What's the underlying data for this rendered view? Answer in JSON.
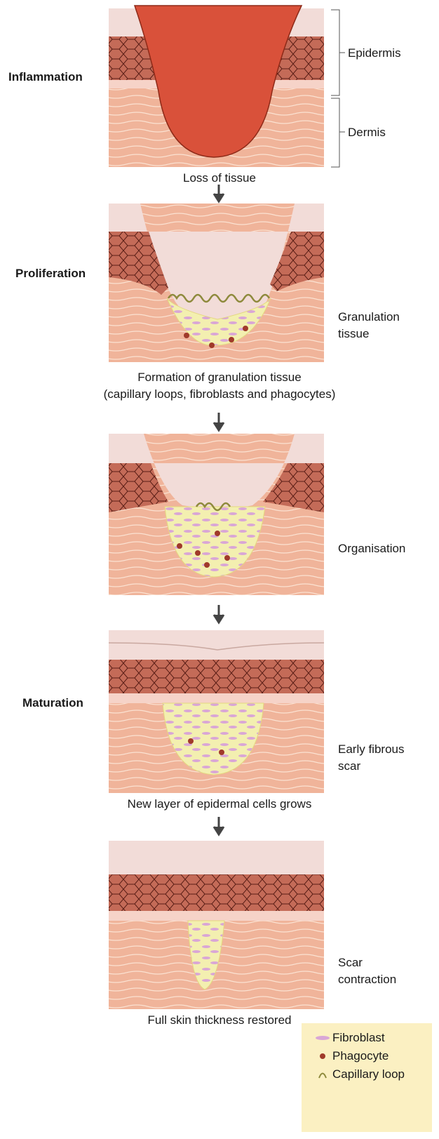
{
  "stages": {
    "inflammation": "Inflammation",
    "proliferation": "Proliferation",
    "maturation": "Maturation"
  },
  "labels": {
    "epidermis": "Epidermis",
    "dermis": "Dermis",
    "granulation_1": "Granulation",
    "granulation_2": "tissue",
    "organisation": "Organisation",
    "early_scar_1": "Early fibrous",
    "early_scar_2": "scar",
    "scar_contraction_1": "Scar",
    "scar_contraction_2": "contraction"
  },
  "captions": {
    "loss": "Loss of tissue",
    "formation_1": "Formation of granulation tissue",
    "formation_2": "(capillary loops, fibroblasts and phagocytes)",
    "new_layer": "New layer of epidermal cells grows",
    "restored": "Full skin thickness restored"
  },
  "legend": {
    "fibroblast": "Fibroblast",
    "phagocyte": "Phagocyte",
    "capillary": "Capillary loop"
  },
  "colors": {
    "dermis": "#f0b49a",
    "dermis_line": "#fbe2d2",
    "epidermis_top": "#f2dcd8",
    "cell_layer": "#b9584a",
    "wound": "#d9513a",
    "granulation": "#f3efb0",
    "fibroblast": "#d9a6d6",
    "phagocyte": "#a03a2a",
    "capillary": "#8e8a3c",
    "legend_bg": "#fbf0c2"
  }
}
